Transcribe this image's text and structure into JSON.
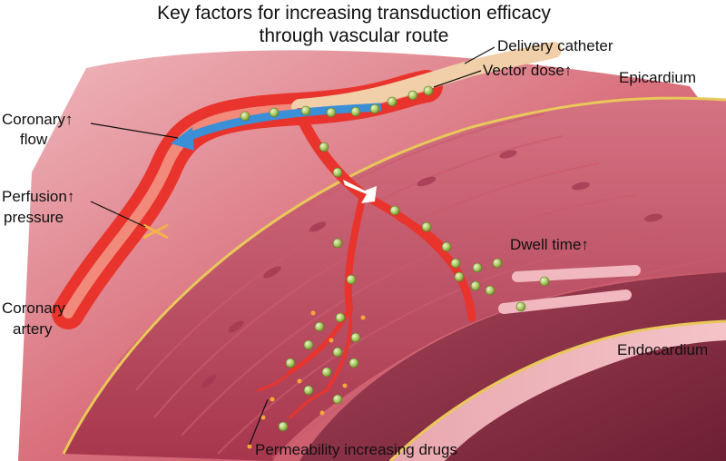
{
  "title": {
    "line1": "Key factors for increasing transduction efficacy",
    "line2": "through vascular route"
  },
  "labels": {
    "delivery_catheter": "Delivery catheter",
    "vector_dose": "Vector dose↑",
    "epicardium": "Epicardium",
    "coronary_flow_1": "Coronary↑",
    "coronary_flow_2": "flow",
    "perfusion_pressure_1": "Perfusion↑",
    "perfusion_pressure_2": "pressure",
    "dwell_time": "Dwell time↑",
    "coronary_artery_1": "Coronary",
    "coronary_artery_2": "artery",
    "endocardium": "Endocardium",
    "permeability_drugs": "Permeability increasing drugs"
  },
  "colors": {
    "tissue_outer": "#c9525f",
    "tissue_light": "#e7a3a9",
    "muscle_band": "#b8455a",
    "epicardial_line": "#e9c85a",
    "artery": "#e8342c",
    "catheter": "#f1cfa8",
    "flow_arrow": "#3a8fd6",
    "vector_particle": "#a9c95a",
    "drug_particle": "#f2a93b"
  }
}
